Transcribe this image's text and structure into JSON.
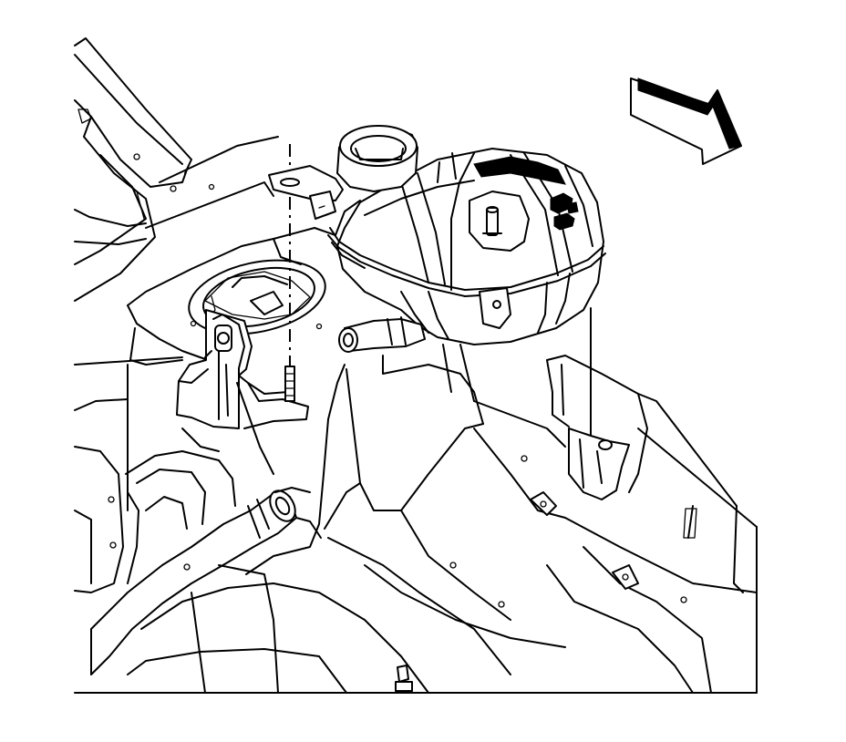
{
  "figure": {
    "orientation_arrow": "arrow-icon",
    "components": [
      "coolant-reservoir",
      "reservoir-cap-neck",
      "mounting-stud",
      "reservoir-bracket",
      "strut-tower",
      "radiator-hose",
      "inner-fender-panel"
    ]
  }
}
